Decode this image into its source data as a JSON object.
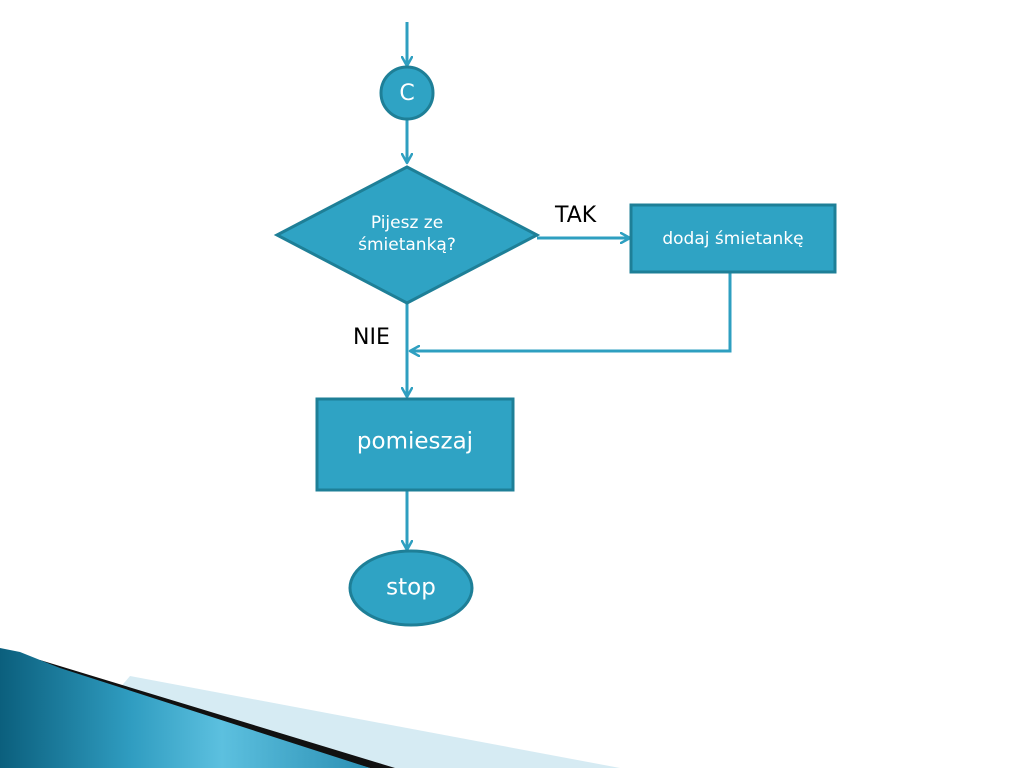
{
  "diagram": {
    "type": "flowchart",
    "nodes": {
      "connector": {
        "label": "C"
      },
      "decision": {
        "line1": "Pijesz ze",
        "line2": "śmietanką?"
      },
      "add_cream": {
        "label": "dodaj śmietankę"
      },
      "stir": {
        "label": "pomieszaj"
      },
      "stop": {
        "label": "stop"
      }
    },
    "edges": {
      "yes_label": "TAK",
      "no_label": "NIE"
    }
  },
  "colors": {
    "node_fill": "#2fa3c4",
    "node_stroke": "#1e7f97",
    "connector_line": "#2e9fc0",
    "label_text": "#ffffff",
    "edge_text": "#000000",
    "wave_dark": "#0b5f7d",
    "wave_light": "#5cc0df",
    "wave_pale": "#d6ebf3",
    "wave_black": "#111111"
  }
}
